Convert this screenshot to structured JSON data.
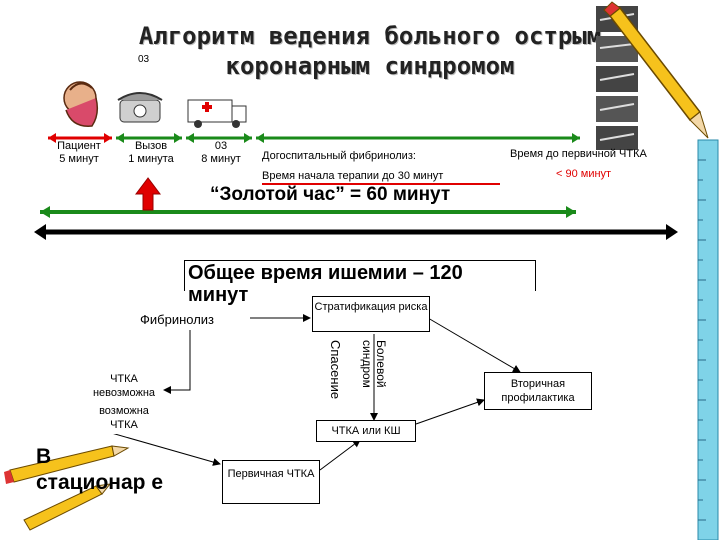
{
  "title": {
    "line1": "Алгоритм ведения больного острым",
    "line2": "коронарным синдромом",
    "small_label": "03"
  },
  "timeline": {
    "patient": "Пациент\n5 минут",
    "call": "Вызов\n1 минута",
    "ambulance": "03\n8 минут",
    "prehospital": "Догоспитальный фибринолиз:",
    "therapy_start": "Время начала терапии до 30 минут",
    "to_pci": "Время до первичной ЧТКА",
    "under_90": "< 90 минут",
    "golden_hour": "“Золотой час” = 60 минут"
  },
  "flow": {
    "ischemia": "Общее время ишемии – 120 минут",
    "fibrinolysis": "Фибринолиз",
    "stratification": "Стратификация риска",
    "rescue": "Спасение",
    "pain": "Болевой синдром",
    "pci_impossible": "ЧТКА невозможна",
    "pci_possible": "возможна ЧТКА",
    "pci_or_cabg": "ЧТКА или КШ",
    "secondary": "Вторичная профилактика",
    "primary_pci": "Первичная ЧТКА",
    "inpatient": "В стационар е"
  },
  "colors": {
    "red": "#e00000",
    "green": "#1a8a1a",
    "ruler": "#7fd3e8"
  }
}
